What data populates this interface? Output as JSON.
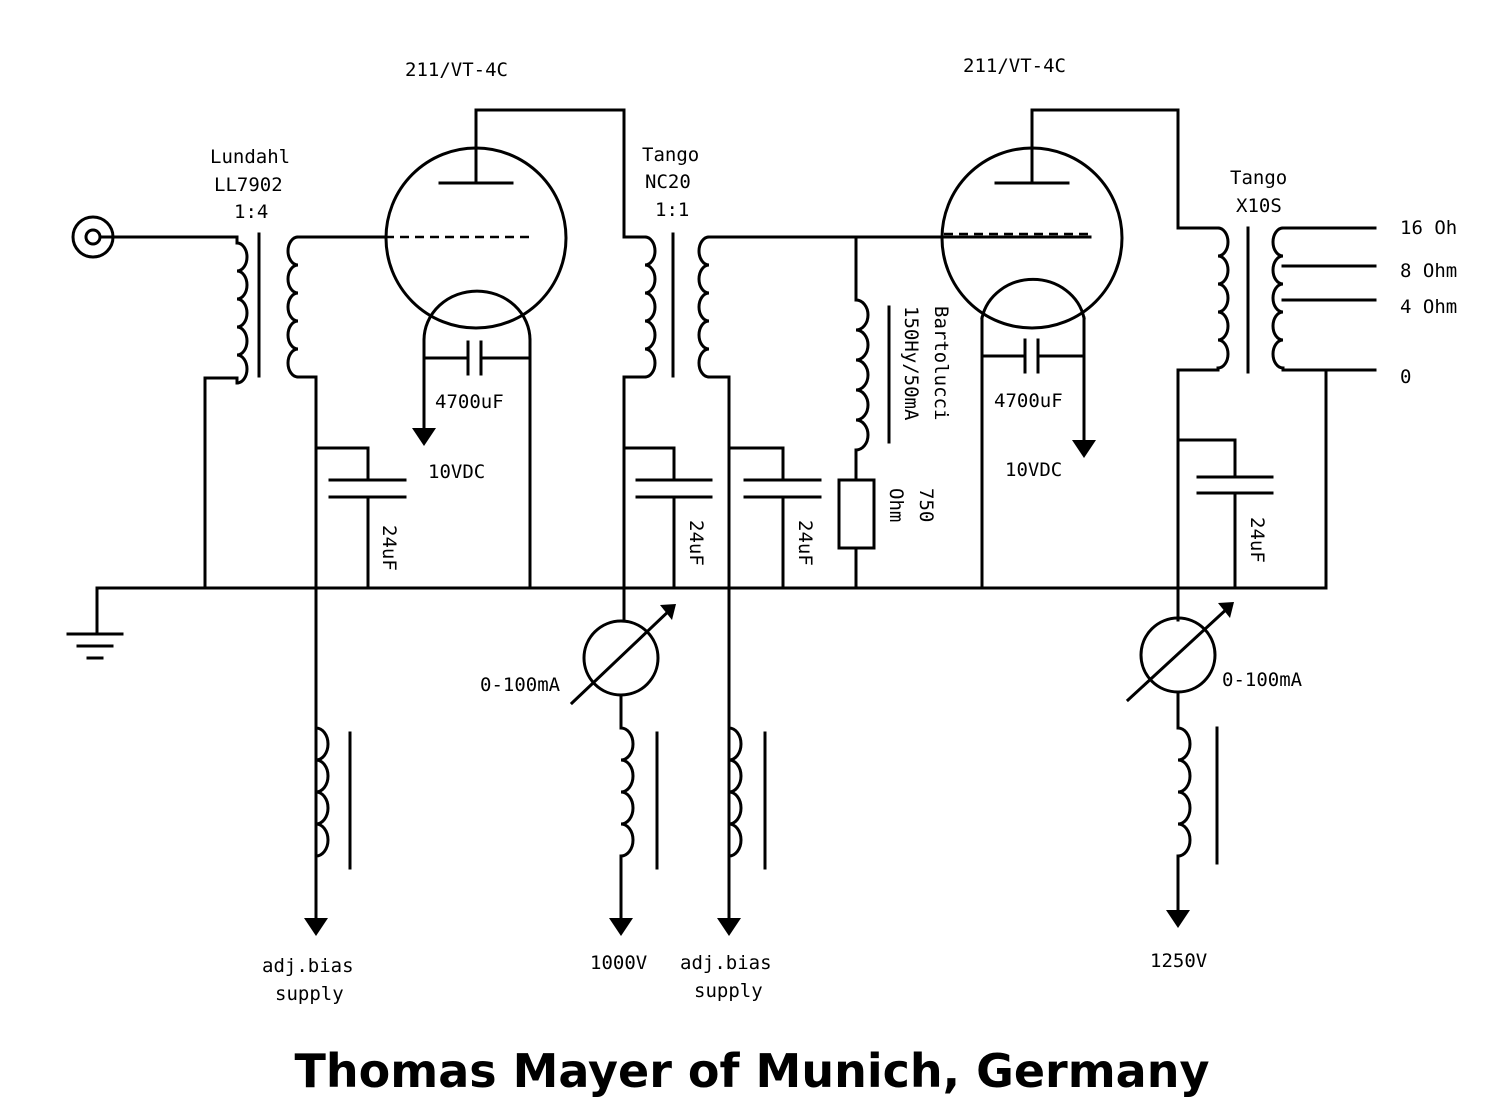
{
  "labels": {
    "tube1": "211/VT-4C",
    "tube2": "211/VT-4C",
    "t1_name": "Lundahl",
    "t1_model": "LL7902",
    "t1_ratio": "1:4",
    "t2_name": "Tango",
    "t2_model": "NC20",
    "t2_ratio": "1:1",
    "t3_name": "Tango",
    "t3_model": "X10S",
    "out16": "16 Oh",
    "out8": "8 Ohm",
    "out4": "4 Ohm",
    "out0": "0",
    "choke1": "Bartolucci",
    "choke2": "150Hy/50mA",
    "res1": "750",
    "res2": "Ohm",
    "capk1": "4700uF",
    "capk2": "4700uF",
    "fil1": "10VDC",
    "fil2": "10VDC",
    "c24a": "24uF",
    "c24b": "24uF",
    "c24c": "24uF",
    "c24d": "24uF",
    "meter1": "0-100mA",
    "meter2": "0-100mA",
    "bias1a": "adj.bias",
    "bias1b": "supply",
    "bias2a": "adj.bias",
    "bias2b": "supply",
    "v1": "1000V",
    "v2": "1250V"
  },
  "title": "Thomas Mayer of Munich, Germany"
}
